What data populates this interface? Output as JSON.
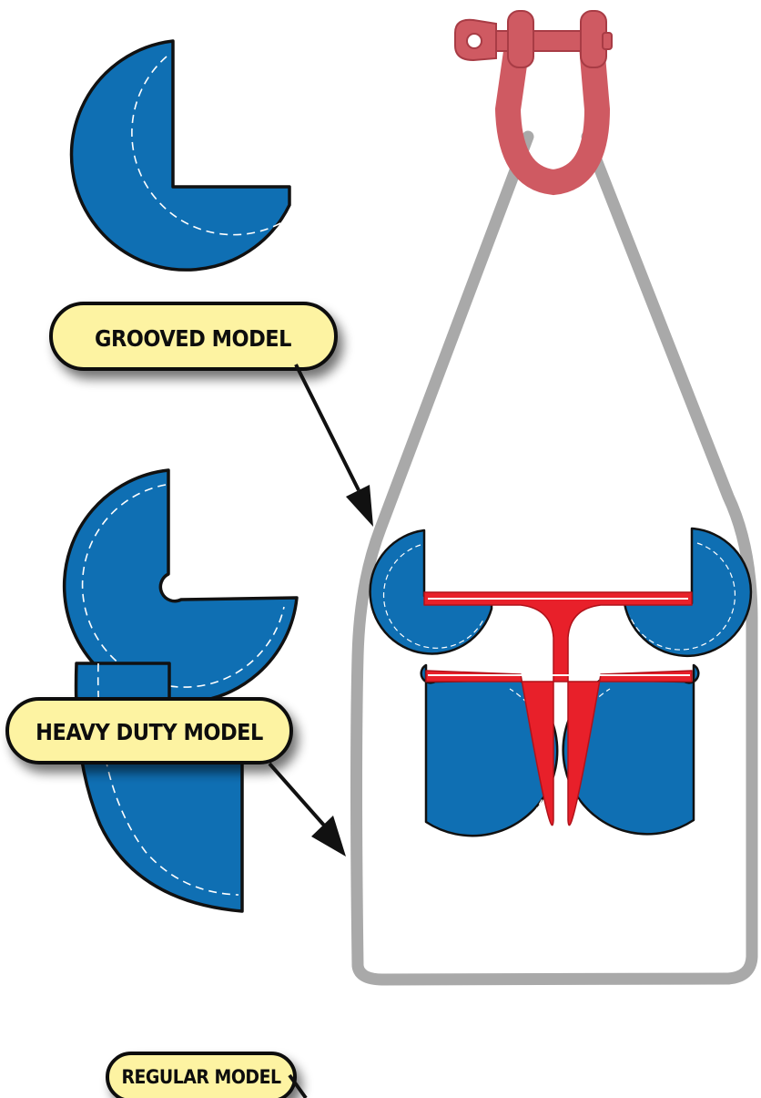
{
  "labels": {
    "grooved": "GROOVED MODEL",
    "heavy_duty": "HEAVY DUTY MODEL",
    "regular": "REGULAR MODEL"
  },
  "colors": {
    "protector_blue": "#0f6fb3",
    "beam_red": "#e8202a",
    "shackle_red": "#cf5a62",
    "sling_gray": "#a9a9a9",
    "label_fill": "#fdf3a2",
    "outline": "#111111",
    "stitch": "#ffffff"
  },
  "icons": {
    "shackle": "shackle-icon",
    "sling": "round-sling",
    "beam": "i-beam",
    "protector": "corner-protector"
  }
}
